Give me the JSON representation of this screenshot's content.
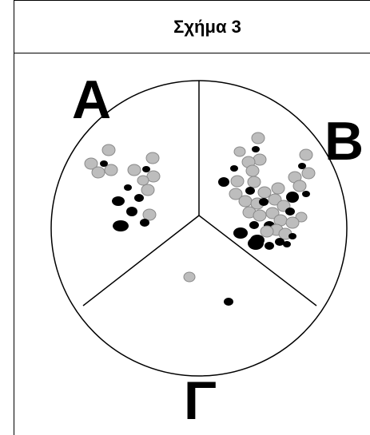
{
  "header": {
    "title": "Σχήμα 3"
  },
  "diagram": {
    "sectors": [
      {
        "id": "A",
        "label": "Α"
      },
      {
        "id": "B",
        "label": "Β"
      },
      {
        "id": "C",
        "label": "Γ"
      }
    ],
    "dot_colors": {
      "gray_fill": "#bdbdbd",
      "gray_stroke": "#8a8a8a",
      "black_fill": "#000000"
    }
  }
}
